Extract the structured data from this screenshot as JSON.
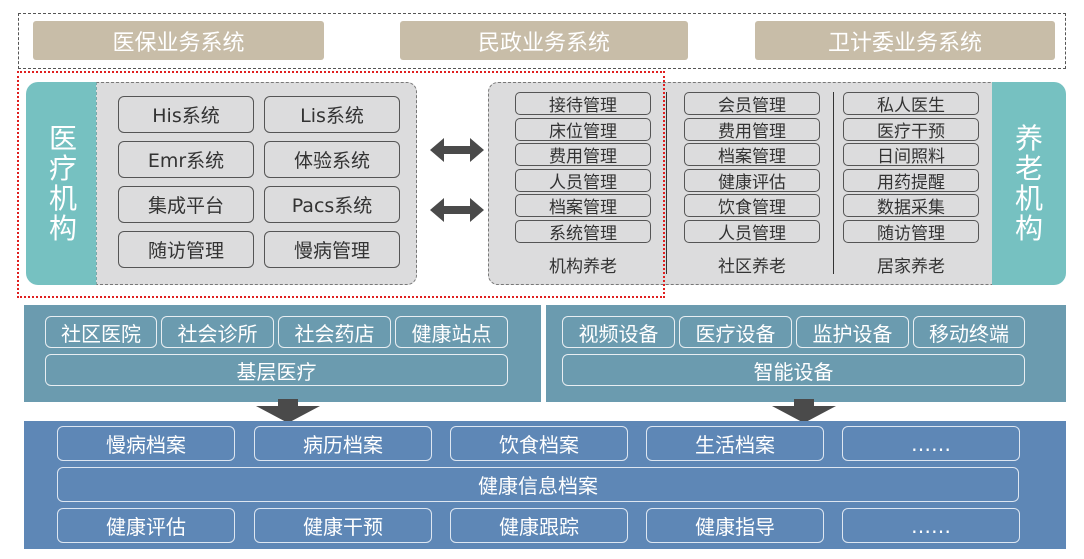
{
  "top_systems": [
    "医保业务系统",
    "民政业务系统",
    "卫计委业务系统"
  ],
  "medical_institution": {
    "title_chars": [
      "医",
      "疗",
      "机",
      "构"
    ],
    "systems": [
      "His系统",
      "Lis系统",
      "Emr系统",
      "体验系统",
      "集成平台",
      "Pacs系统",
      "随访管理",
      "慢病管理"
    ]
  },
  "connector_icons": [
    "double-arrow-icon",
    "double-arrow-icon"
  ],
  "elder_care_institution": {
    "title_chars": [
      "养",
      "老",
      "机",
      "构"
    ],
    "columns": [
      {
        "label": "机构养老",
        "items": [
          "接待管理",
          "床位管理",
          "费用管理",
          "人员管理",
          "档案管理",
          "系统管理"
        ]
      },
      {
        "label": "社区养老",
        "items": [
          "会员管理",
          "费用管理",
          "档案管理",
          "健康评估",
          "饮食管理",
          "人员管理"
        ]
      },
      {
        "label": "居家养老",
        "items": [
          "私人医生",
          "医疗干预",
          "日间照料",
          "用药提醒",
          "数据采集",
          "随访管理"
        ]
      }
    ]
  },
  "primary_care": {
    "items": [
      "社区医院",
      "社会诊所",
      "社会药店",
      "健康站点"
    ],
    "label": "基层医疗"
  },
  "smart_devices": {
    "items": [
      "视频设备",
      "医疗设备",
      "监护设备",
      "移动终端"
    ],
    "label": "智能设备"
  },
  "health_records": {
    "top_row": [
      "慢病档案",
      "病历档案",
      "饮食档案",
      "生活档案",
      "……"
    ],
    "label": "健康信息档案",
    "bottom_row": [
      "健康评估",
      "健康干预",
      "健康跟踪",
      "健康指导",
      "……"
    ]
  },
  "colors": {
    "top_button": "#c8bda8",
    "teal_side": "#76c1c1",
    "panel_gray": "#dcdcdd",
    "middle_panel": "#6b9baf",
    "bottom_panel": "#5e87b6",
    "highlight_red": "#e02020",
    "arrow": "#4a4a4a"
  }
}
